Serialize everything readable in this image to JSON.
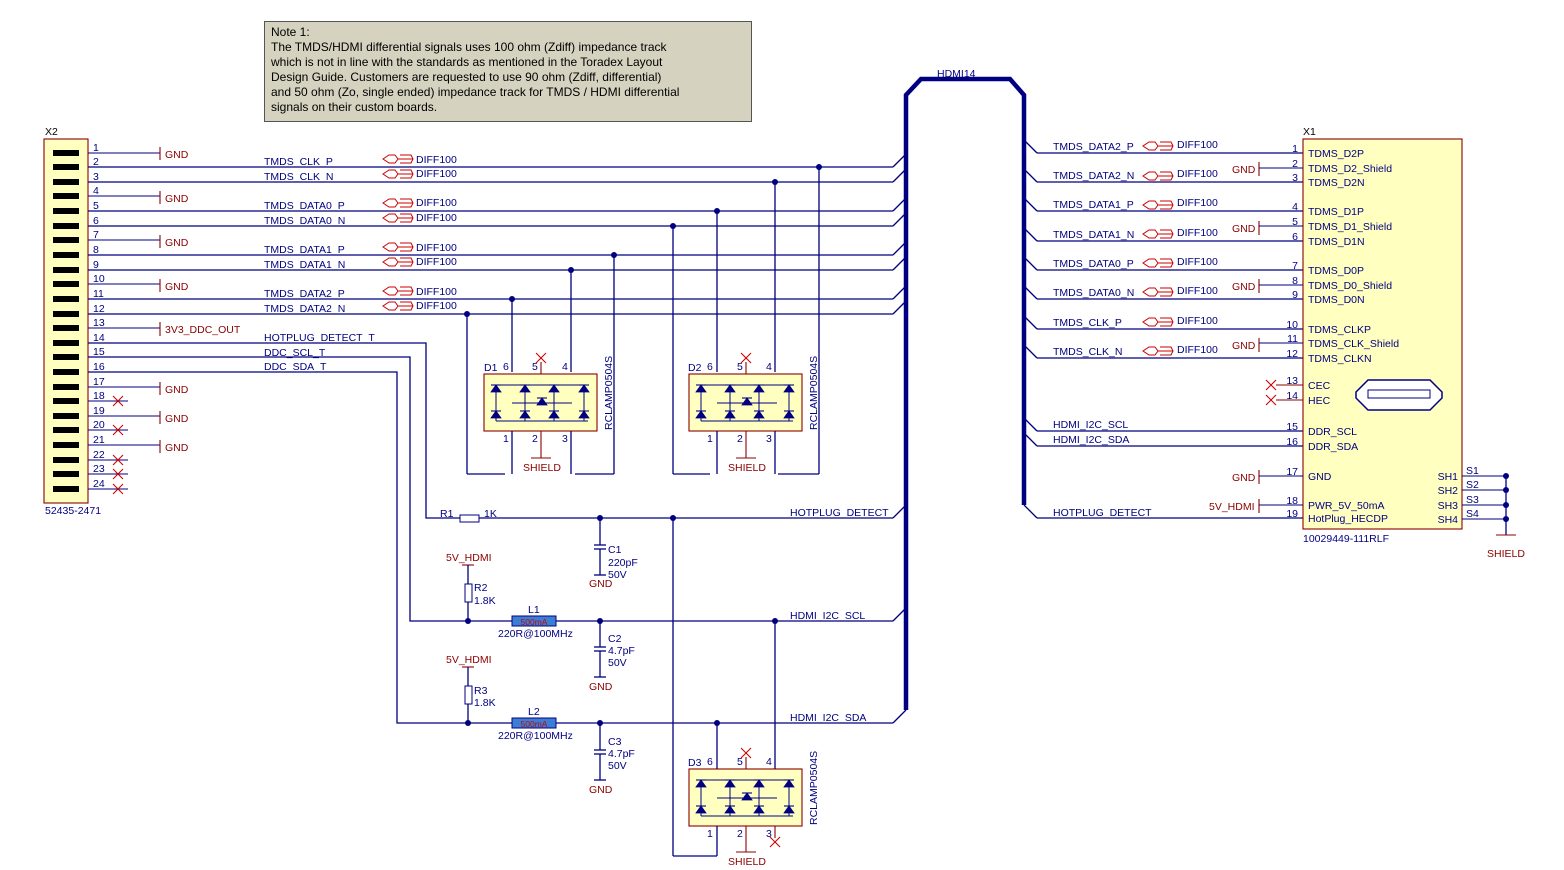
{
  "note": {
    "lines": [
      "Note 1:",
      "The TMDS/HDMI differential signals uses 100 ohm (Zdiff) impedance track",
      "which is not in line with the standards as mentioned in the Toradex Layout",
      "Design Guide. Customers are requested to use 90 ohm (Zdiff, differential)",
      "and 50 ohm (Zo, single ended) impedance track for TMDS / HDMI differential",
      "signals on their custom boards."
    ]
  },
  "bus": {
    "label": "HDMI14"
  },
  "x2": {
    "ref": "X2",
    "part": "52435-2471",
    "pins": [
      "1",
      "2",
      "3",
      "4",
      "5",
      "6",
      "7",
      "8",
      "9",
      "10",
      "11",
      "12",
      "13",
      "14",
      "15",
      "16",
      "17",
      "18",
      "19",
      "20",
      "21",
      "22",
      "23",
      "24"
    ],
    "gnd_label": "GND",
    "ddc_out": "3V3_DDC_OUT",
    "nets": {
      "clk_p": "TMDS_CLK_P",
      "clk_n": "TMDS_CLK_N",
      "d0_p": "TMDS_DATA0_P",
      "d0_n": "TMDS_DATA0_N",
      "d1_p": "TMDS_DATA1_P",
      "d1_n": "TMDS_DATA1_N",
      "d2_p": "TMDS_DATA2_P",
      "d2_n": "TMDS_DATA2_N",
      "hpd": "HOTPLUG_DETECT_T",
      "scl": "DDC_SCL_T",
      "sda": "DDC_SDA_T"
    },
    "diff": "DIFF100"
  },
  "x1": {
    "ref": "X1",
    "part": "10029449-111RLF",
    "pins": [
      {
        "n": "1",
        "name": "TDMS_D2P"
      },
      {
        "n": "2",
        "name": "TDMS_D2_Shield"
      },
      {
        "n": "3",
        "name": "TDMS_D2N"
      },
      {
        "n": "4",
        "name": "TDMS_D1P"
      },
      {
        "n": "5",
        "name": "TDMS_D1_Shield"
      },
      {
        "n": "6",
        "name": "TDMS_D1N"
      },
      {
        "n": "7",
        "name": "TDMS_D0P"
      },
      {
        "n": "8",
        "name": "TDMS_D0_Shield"
      },
      {
        "n": "9",
        "name": "TDMS_D0N"
      },
      {
        "n": "10",
        "name": "TDMS_CLKP"
      },
      {
        "n": "11",
        "name": "TDMS_CLK_Shield"
      },
      {
        "n": "12",
        "name": "TDMS_CLKN"
      },
      {
        "n": "13",
        "name": "CEC"
      },
      {
        "n": "14",
        "name": "HEC"
      },
      {
        "n": "15",
        "name": "DDR_SCL"
      },
      {
        "n": "16",
        "name": "DDR_SDA"
      },
      {
        "n": "17",
        "name": "GND"
      },
      {
        "n": "18",
        "name": "PWR_5V_50mA"
      },
      {
        "n": "19",
        "name": "HotPlug_HECDP"
      }
    ],
    "shield_pins": [
      {
        "n": "S1",
        "name": "SH1"
      },
      {
        "n": "S2",
        "name": "SH2"
      },
      {
        "n": "S3",
        "name": "SH3"
      },
      {
        "n": "S4",
        "name": "SH4"
      }
    ],
    "nets": {
      "d2_p": "TMDS_DATA2_P",
      "d2_n": "TMDS_DATA2_N",
      "d1_p": "TMDS_DATA1_P",
      "d1_n": "TMDS_DATA1_N",
      "d0_p": "TMDS_DATA0_P",
      "d0_n": "TMDS_DATA0_N",
      "clk_p": "TMDS_CLK_P",
      "clk_n": "TMDS_CLK_N",
      "scl": "HDMI_I2C_SCL",
      "sda": "HDMI_I2C_SDA",
      "hpd": "HOTPLUG_DETECT"
    },
    "gnd": "GND",
    "pwr": "5V_HDMI",
    "shield": "SHIELD"
  },
  "protection": {
    "part": "RCLAMP0504S",
    "d1": "D1",
    "d2": "D2",
    "d3": "D3",
    "shield": "SHIELD",
    "pin_labels": [
      "6",
      "5",
      "4",
      "1",
      "2",
      "3"
    ]
  },
  "passives": {
    "r1": {
      "ref": "R1",
      "value": "1K"
    },
    "r2": {
      "ref": "R2",
      "value": "1.8K"
    },
    "r3": {
      "ref": "R3",
      "value": "1.8K"
    },
    "c1": {
      "ref": "C1",
      "value": "220pF",
      "voltage": "50V"
    },
    "c2": {
      "ref": "C2",
      "value": "4.7pF",
      "voltage": "50V"
    },
    "c3": {
      "ref": "C3",
      "value": "4.7pF",
      "voltage": "50V"
    },
    "l1": {
      "ref": "L1",
      "rating": "500mA",
      "value": "220R@100MHz"
    },
    "l2": {
      "ref": "L2",
      "rating": "500mA",
      "value": "220R@100MHz"
    },
    "gnd": "GND",
    "pwr": "5V_HDMI"
  },
  "right_nets": {
    "hpd": "HOTPLUG_DETECT",
    "scl": "HDMI_I2C_SCL",
    "sda": "HDMI_I2C_SDA"
  }
}
